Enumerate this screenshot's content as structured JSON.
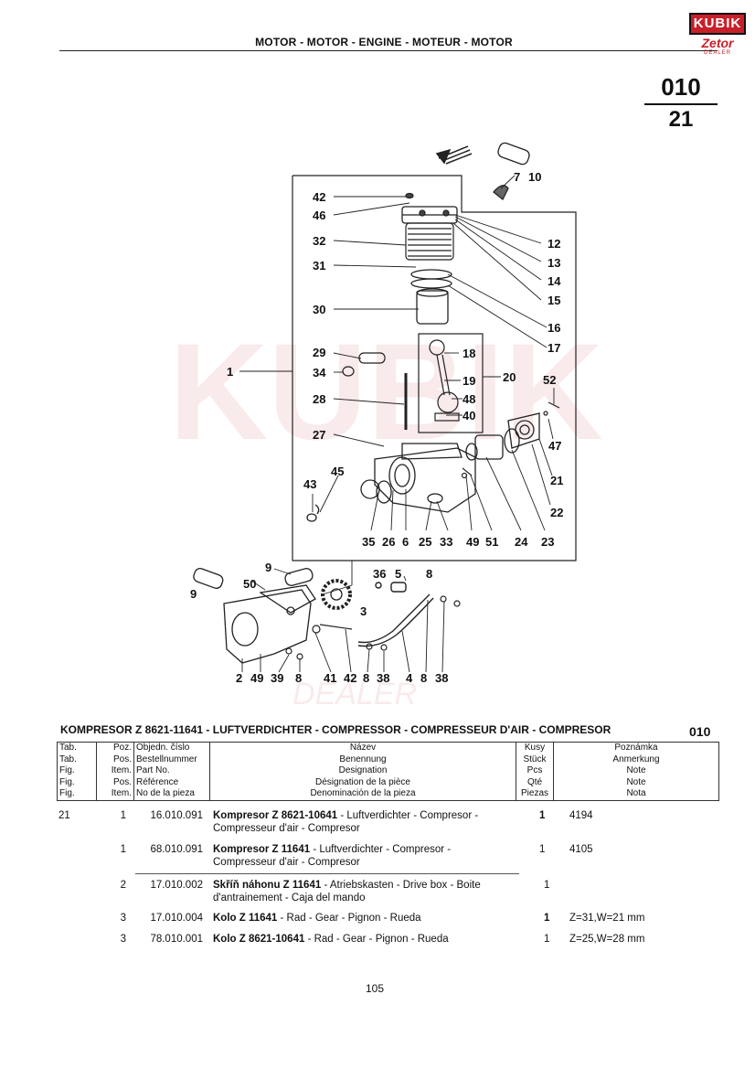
{
  "header": {
    "title": "MOTOR - MOTOR - ENGINE - MOTEUR - MOTOR",
    "tab_top": "010",
    "tab_bottom": "21"
  },
  "logo": {
    "top": "KUBIK",
    "bottom": "Zetor",
    "sub": "DEALER"
  },
  "watermark": {
    "line1": "KUBIK",
    "line2": "DEALER"
  },
  "diagram_labels": [
    "42",
    "46",
    "32",
    "31",
    "30",
    "29",
    "34",
    "28",
    "27",
    "43",
    "45",
    "35",
    "26",
    "6",
    "25",
    "33",
    "49",
    "51",
    "24",
    "23",
    "22",
    "21",
    "47",
    "52",
    "20",
    "19",
    "18",
    "48",
    "40",
    "17",
    "16",
    "15",
    "14",
    "13",
    "12",
    "7",
    "10",
    "1",
    "9",
    "50",
    "9",
    "3",
    "36",
    "5",
    "8",
    "2",
    "49",
    "39",
    "8",
    "41",
    "42",
    "8",
    "38",
    "4",
    "8",
    "38"
  ],
  "section": {
    "title": "KOMPRESOR Z 8621-11641 - LUFTVERDICHTER - COMPRESSOR - COMPRESSEUR D'AIR - COMPRESOR",
    "tab": "010"
  },
  "columns": [
    {
      "lines": [
        "Tab.",
        "Tab.",
        "Fig.",
        "Fig.",
        "Fig."
      ]
    },
    {
      "lines": [
        "Poz.",
        "Pos.",
        "Item.",
        "Pos.",
        "Item."
      ]
    },
    {
      "lines": [
        "Objedn. číslo",
        "Bestellnummer",
        "Part No.",
        "Référence",
        "No de la pieza"
      ]
    },
    {
      "lines": [
        "Název",
        "Benennung",
        "Designation",
        "Désignation de la pièce",
        "Denominación de la pieza"
      ]
    },
    {
      "lines": [
        "Kusy",
        "Stück",
        "Pcs",
        "Qté",
        "Piezas"
      ]
    },
    {
      "lines": [
        "Poznámka",
        "Anmerkung",
        "Note",
        "Note",
        "Nota"
      ]
    }
  ],
  "rows": [
    {
      "tab": "21",
      "pos": "1",
      "part": "16.010.091",
      "name_bold": "Kompresor Z 8621-10641",
      "name_rest": "- Luftverdichter - Compresor -",
      "name_line2": "Compresseur d'air - Compresor",
      "qty": "1",
      "note": "4194"
    },
    {
      "tab": "",
      "pos": "1",
      "part": "68.010.091",
      "name_bold": "Kompresor Z 11641",
      "name_rest": "- Luftverdichter - Compresor -",
      "name_line2": "Compresseur d'air - Compresor",
      "qty": "1",
      "note": "4105"
    },
    {
      "tab": "",
      "pos": "2",
      "part": "17.010.002",
      "name_bold": "Skříň náhonu Z 11641",
      "name_rest": "- Atriebskasten - Drive box - Boite",
      "name_line2": "d'antrainement - Caja del mando",
      "qty": "1",
      "note": ""
    },
    {
      "tab": "",
      "pos": "3",
      "part": "17.010.004",
      "name_bold": "Kolo Z 11641",
      "name_rest": "- Rad - Gear - Pignon - Rueda",
      "name_line2": "",
      "qty": "1",
      "note": "Z=31,W=21 mm"
    },
    {
      "tab": "",
      "pos": "3",
      "part": "78.010.001",
      "name_bold": "Kolo Z 8621-10641",
      "name_rest": "- Rad - Gear - Pignon - Rueda",
      "name_line2": "",
      "qty": "1",
      "note": "Z=25,W=28 mm"
    }
  ],
  "page_number": "105"
}
